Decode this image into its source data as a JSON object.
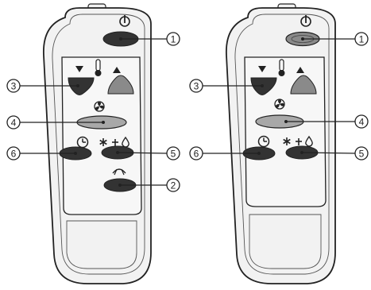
{
  "figure": {
    "remotes": [
      {
        "id": "remote-left",
        "icons": {
          "power": "power-icon",
          "temp_down": "triangle-down-icon",
          "thermometer": "thermometer-icon",
          "temp_up": "triangle-up-icon",
          "fan": "fan-icon",
          "timer": "clock-icon",
          "mode": "snowflake-fan-drop-icon",
          "swing": "swing-louver-icon"
        },
        "callouts": [
          {
            "label": "1",
            "target": "power-button"
          },
          {
            "label": "3",
            "target": "temp-down-button"
          },
          {
            "label": "4",
            "target": "fan-speed-button"
          },
          {
            "label": "6",
            "target": "timer-button"
          },
          {
            "label": "5",
            "target": "mode-button"
          },
          {
            "label": "2",
            "target": "swing-button"
          }
        ]
      },
      {
        "id": "remote-right",
        "icons": {
          "power": "power-icon",
          "temp_down": "triangle-down-icon",
          "thermometer": "thermometer-icon",
          "temp_up": "triangle-up-icon",
          "fan": "fan-icon",
          "timer": "clock-icon",
          "mode": "snowflake-fan-drop-icon"
        },
        "callouts": [
          {
            "label": "1",
            "target": "power-button"
          },
          {
            "label": "3",
            "target": "temp-down-button"
          },
          {
            "label": "4",
            "target": "fan-speed-button"
          },
          {
            "label": "6",
            "target": "timer-button"
          },
          {
            "label": "5",
            "target": "mode-button"
          }
        ]
      }
    ],
    "colors": {
      "outline": "#222222",
      "body_fill": "#f2f2f2",
      "button_dark": "#333333",
      "button_gray": "#8a8a8a",
      "button_light": "#a8a8a8"
    }
  }
}
